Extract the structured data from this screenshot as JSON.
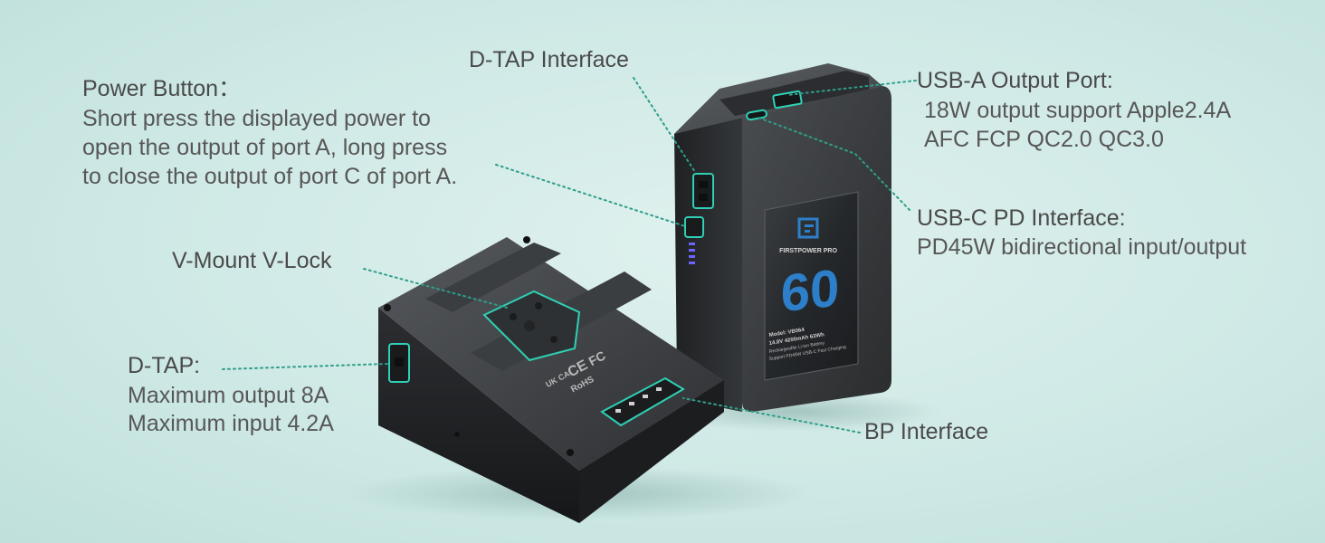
{
  "labels": {
    "power_button": {
      "title": "Power Button：",
      "lines": [
        "Short press the displayed power to",
        "open the output of port A, long press",
        "to close the output of port C of port A."
      ]
    },
    "dtap_interface": {
      "title": "D-TAP Interface"
    },
    "usb_a": {
      "title": "USB-A Output Port:",
      "lines": [
        "18W output support Apple2.4A",
        "AFC FCP QC2.0 QC3.0"
      ]
    },
    "usb_c": {
      "title": "USB-C PD Interface:",
      "lines": [
        "PD45W bidirectional input/output"
      ]
    },
    "vmount": {
      "title": "V-Mount V-Lock"
    },
    "dtap": {
      "title": "D-TAP:",
      "lines": [
        "Maximum output 8A",
        "Maximum input 4.2A"
      ]
    },
    "bp": {
      "title": "BP Interface"
    }
  },
  "product": {
    "brand": "FIRSTPOWER PRO",
    "capacity": "60",
    "spec_lines": [
      "Model: VB064",
      "14.8V 4200mAh 63Wh",
      "Rechargeable Li-ion Battery",
      "Support PD45W USB-C Fast Charging"
    ],
    "cert_marks": [
      "UK CA",
      "CE",
      "FC",
      "RoHS"
    ]
  },
  "colors": {
    "background": "#cfe9e6",
    "accent": "#2f9e8a",
    "text": "#4a4a4a",
    "label_blue": "#2d7fc9"
  },
  "icons": [
    "logo-f-icon",
    "ce-icon",
    "fc-icon",
    "ukca-icon",
    "rohs-icon",
    "weee-bin-icon"
  ]
}
